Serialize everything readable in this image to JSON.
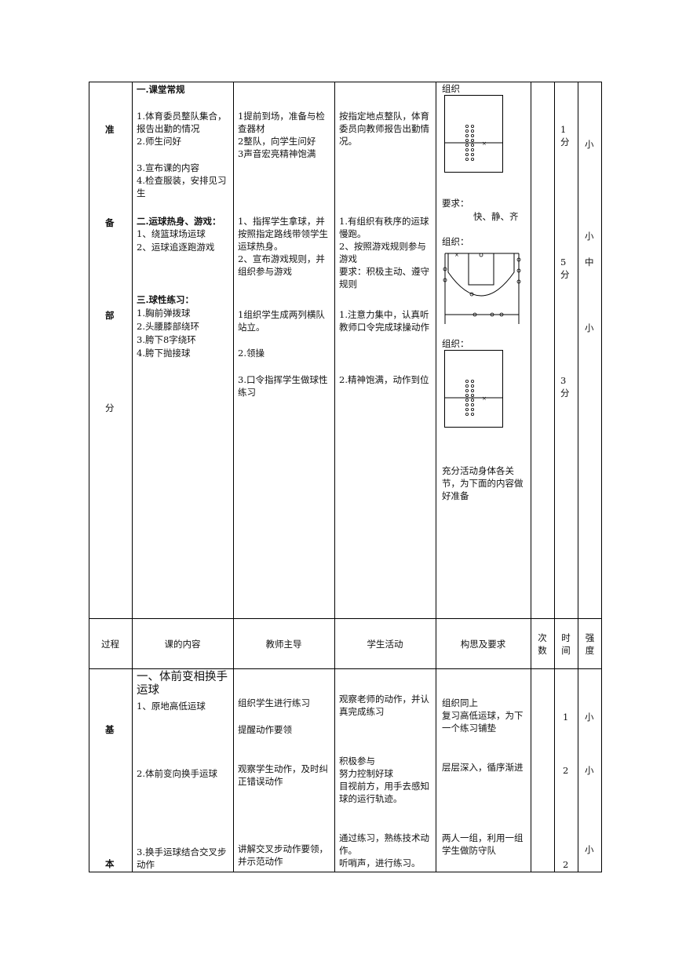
{
  "prep": {
    "stage_chars": [
      "准",
      "备",
      "部",
      "分"
    ],
    "s1": {
      "title": "一.课堂常规",
      "items": [
        "1.体育委员整队集合，报告出勤的情况",
        "2.师生问好",
        "3.宣布课的内容",
        "4.检查服装，安排见习生"
      ]
    },
    "s2": {
      "title": "二.运球热身、游戏：",
      "items": [
        "1、绕篮球场运球",
        "2、运球追逐跑游戏"
      ]
    },
    "s3": {
      "title": "三.球性练习：",
      "items": [
        "1.胸前弹拨球",
        "2.头腰膝部绕环",
        "3.胯下8字绕环",
        "4.胯下抛接球"
      ]
    },
    "teacher": [
      "1提前到场，准备与检查器材\n2整队，向学生问好\n3声音宏亮精神饱满",
      "1、指挥学生拿球，并按照指定路线带领学生运球热身。\n2、宣布游戏规则，并组织参与游戏",
      "1组织学生成两列横队站立。",
      "2.领操",
      "3.口令指挥学生做球性练习"
    ],
    "student": [
      "按指定地点整队，体育委员向教师报告出勤情况。",
      "1.有组织有秩序的运球慢跑。\n2、按照游戏规则参与游戏\n要求：积极主动、遵守规则",
      "1.注意力集中，认真听教师口令完成球操动作",
      "2.精神饱满，动作到位"
    ],
    "design": {
      "label_1": "组织",
      "req_label": "要求：",
      "req_value": "快、静、齐",
      "label_2": "组织：",
      "label_3": "组织：",
      "note": "充分活动身体各关节，为下面的内容做好准备"
    },
    "time": [
      "1\n分",
      "5\n分",
      "3\n分"
    ],
    "intensity": [
      "小",
      "小",
      "中",
      "小"
    ]
  },
  "header": {
    "process": "过程",
    "content": "课的内容",
    "teacher": "教师主导",
    "student": "学生活动",
    "design": "构思及要求",
    "count": "次\n数",
    "time": "时\n间",
    "intensity": "强\n度"
  },
  "basic": {
    "stage_chars": [
      "基",
      "本"
    ],
    "s1_title": "一、体前变相换手运球",
    "s1_item": "1、原地高低运球",
    "item2": "2.体前变向换手运球",
    "item3": "3.换手运球结合交叉步动作",
    "teacher": [
      "组织学生进行练习",
      "提醒动作要领",
      "观察学生动作，及时纠正错误动作",
      "讲解交叉步动作要领，并示范动作"
    ],
    "student": [
      "观察老师的动作，并认真完成练习",
      "积极参与\n努力控制好球\n目视前方，用手去感知球的运行轨迹。",
      "通过练习，熟练技术动作。\n听哨声，进行练习。"
    ],
    "design": [
      "组织同上\n复习高低运球，为下一个练习铺垫",
      "层层深入，循序渐进",
      "两人一组，利用一组学生做防守队"
    ],
    "time": [
      "1",
      "2",
      "2"
    ],
    "intensity": [
      "小",
      "小",
      "小"
    ]
  }
}
